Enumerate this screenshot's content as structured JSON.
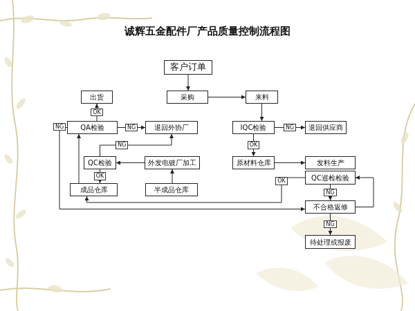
{
  "diagram": {
    "title": "诚辉五金配件厂产品质量控制流程图",
    "nodes": [
      {
        "text": [
          "客户订单"
        ]
      },
      {
        "text": [
          "出货"
        ]
      },
      {
        "text": [
          "采购"
        ]
      },
      {
        "text": [
          "来料"
        ]
      },
      {
        "text": [
          "QA检验"
        ]
      },
      {
        "text": [
          "退回外协厂"
        ]
      },
      {
        "text": [
          "IQC检验"
        ]
      },
      {
        "text": [
          "退回供应商"
        ]
      },
      {
        "text": [
          "QC检验"
        ]
      },
      {
        "text": [
          "外发电镀厂加工"
        ]
      },
      {
        "text": [
          "原材料仓库"
        ]
      },
      {
        "text": [
          "发料生产"
        ]
      },
      {
        "text": [
          "QC巡检检验"
        ]
      },
      {
        "text": [
          "成品仓库"
        ]
      },
      {
        "text": [
          "半成品仓库"
        ]
      },
      {
        "text": [
          "不合格返修"
        ]
      },
      {
        "text": [
          "待处理或报废"
        ]
      }
    ],
    "edges": [
      {
        "from": 0,
        "to": 2,
        "arrow": "to"
      },
      {
        "from": 2,
        "to": 3,
        "arrow": "to"
      },
      {
        "from": 3,
        "to": 6,
        "arrow": "to"
      },
      {
        "from": 6,
        "to": 7,
        "label": "NG",
        "arrow": "to"
      },
      {
        "from": 6,
        "to": 10,
        "label": "OK",
        "arrow": "to"
      },
      {
        "from": 10,
        "to": 11,
        "arrow": "to"
      },
      {
        "from": 12,
        "to": 15,
        "label": "NG",
        "arrow": "to"
      },
      {
        "from": 15,
        "to": 12,
        "arrow": "to"
      },
      {
        "from": 15,
        "to": 16,
        "label": "NG",
        "arrow": "to"
      },
      {
        "from": 12,
        "to": 13,
        "label": "OK",
        "arrow": "to"
      },
      {
        "from": 4,
        "to": 15,
        "label": "NG",
        "arrow": "to"
      },
      {
        "from": 13,
        "to": 4,
        "arrow": "to"
      },
      {
        "from": 8,
        "to": 13,
        "label": "OK",
        "arrow": "to"
      },
      {
        "from": 8,
        "to": 5,
        "label": "NG",
        "arrow": "to"
      },
      {
        "from": 9,
        "to": 8,
        "arrow": "to"
      },
      {
        "from": 14,
        "to": 9,
        "arrow": "to"
      },
      {
        "from": 4,
        "to": 1,
        "label": "OK",
        "arrow": "to"
      },
      {
        "from": 4,
        "to": 5,
        "label": "NG",
        "arrow": "to"
      }
    ]
  }
}
